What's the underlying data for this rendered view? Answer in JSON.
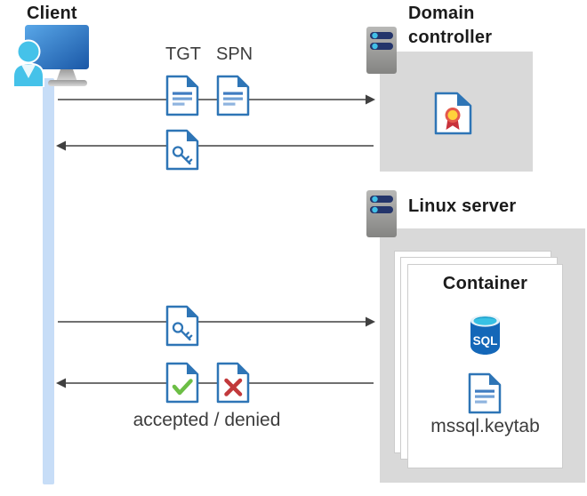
{
  "client": {
    "label": "Client"
  },
  "domain_controller": {
    "label": "Domain controller"
  },
  "linux_server": {
    "label": "Linux server"
  },
  "container": {
    "label": "Container",
    "sql_badge": "SQL",
    "keytab_label": "mssql.keytab"
  },
  "flow": {
    "tgt_label": "TGT",
    "spn_label": "SPN",
    "result_label": "accepted / denied"
  },
  "colors": {
    "doc_blue": "#2E75B6",
    "accent_cyan": "#41BFE7",
    "check_green": "#6CBE45",
    "cross_red": "#C2393B",
    "badge_yellow": "#FFD23B",
    "badge_ring": "#E4584C",
    "ribbon_red": "#C8313B",
    "box_gray": "#D9D9D9",
    "arrow_gray": "#404040",
    "timeline_blue": "#C7DDF7",
    "server_navy": "#24356B",
    "sql_body_blue": "#1467B8"
  }
}
